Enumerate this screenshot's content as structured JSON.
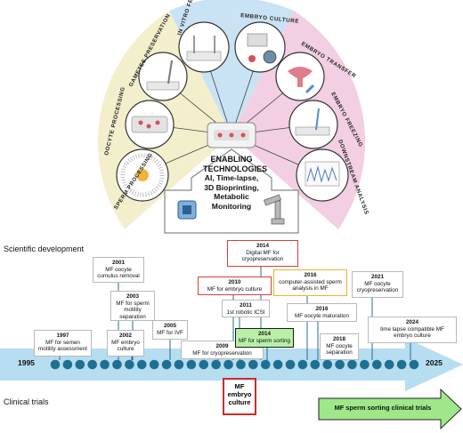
{
  "fan": {
    "segments": [
      "SPERM PROCESSING",
      "OOCYTE PROCESSING",
      "GAMETES PRESERVATION",
      "IN VITRO FERTILIZATION",
      "EMBRYO CULTURE",
      "EMBRYO TRANSFER",
      "EMBRYO FREEZING",
      "DOWNSTREAM ANALYSIS"
    ],
    "colors": {
      "left": "#f3efcd",
      "top": "#c9e3f4",
      "right": "#f2cfe3"
    }
  },
  "enabling": {
    "title": "ENABLING TECHNOLOGIES",
    "lines": [
      "AI, Time-lapse,",
      "3D Bioprinting,",
      "Metabolic",
      "Monitoring"
    ]
  },
  "headers": {
    "scientific": "Scientific development",
    "clinical": "Clinical trials"
  },
  "timeline": {
    "start": "1995",
    "end": "2025",
    "arrow_color": "#b7ddf0",
    "dot_color": "#1f6f93",
    "dot_count": 30
  },
  "events": [
    {
      "year": "1997",
      "text": "MF for semen motility assessment"
    },
    {
      "year": "2001",
      "text": "MF oocyte cumulus removal"
    },
    {
      "year": "2002",
      "text": "MF embryo culture"
    },
    {
      "year": "2003",
      "text": "MF for sperm motility separation"
    },
    {
      "year": "2005",
      "text": "MF for IVF"
    },
    {
      "year": "2009",
      "text": "MF for cryopreservation"
    },
    {
      "year": "2010",
      "text": "MF for embryo culture"
    },
    {
      "year": "2011",
      "text": "1st robotic ICSI"
    },
    {
      "year": "2014",
      "text": "Digital MF for cryopreservation"
    },
    {
      "year": "2014",
      "text": "MF for sperm sorting"
    },
    {
      "year": "2016",
      "text": "computer-assisted sperm analysis in MF"
    },
    {
      "year": "2016",
      "text": "MF oocyte maturation"
    },
    {
      "year": "2018",
      "text": "MF oocyte separation"
    },
    {
      "year": "2021",
      "text": "MF oocyte cryopreservation"
    },
    {
      "year": "2024",
      "text": "time lapse compatible MF embryo culture"
    }
  ],
  "clinical": {
    "embryo": "MF embryo culture",
    "sperm": "MF sperm sorting clinical trials",
    "sperm_color": "#9ee889"
  }
}
